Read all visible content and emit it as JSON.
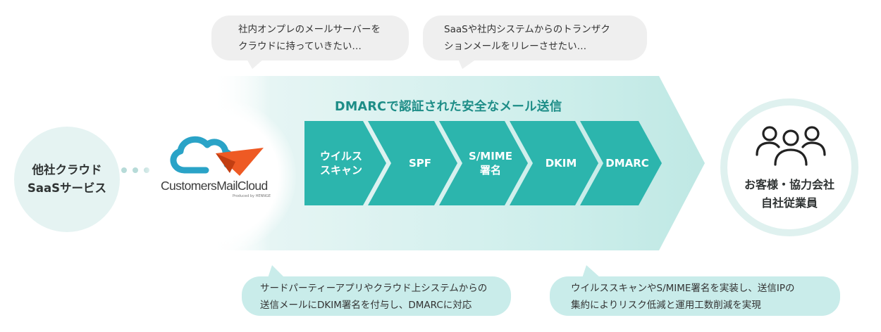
{
  "source": {
    "lines": [
      "他社クラウド",
      "SaaSサービス"
    ]
  },
  "logo": {
    "name": "CustomersMailCloud",
    "tagline": "Produced by HENNGE"
  },
  "top_bubbles": [
    {
      "lines": [
        "社内オンプレのメールサーバーを",
        "クラウドに持っていきたい…"
      ]
    },
    {
      "lines": [
        "SaaSや社内システムからのトランザク",
        "ションメールをリレーさせたい…"
      ]
    }
  ],
  "flow": {
    "title": "DMARCで認証された安全なメール送信",
    "steps": [
      {
        "lines": [
          "ウイルス",
          "スキャン"
        ]
      },
      {
        "lines": [
          "SPF"
        ]
      },
      {
        "lines": [
          "S/MIME",
          "署名"
        ]
      },
      {
        "lines": [
          "DKIM"
        ]
      },
      {
        "lines": [
          "DMARC"
        ]
      }
    ]
  },
  "destination": {
    "lines": [
      "お客様・協力会社",
      "自社従業員"
    ],
    "icon": "people-icon"
  },
  "bottom_bubbles": [
    {
      "lines": [
        "サードパーティーアプリやクラウド上システムからの",
        "送信メールにDKIM署名を付与し、DMARCに対応"
      ]
    },
    {
      "lines": [
        "ウイルススキャンやS/MIME署名を実装し、送信IPの",
        "集約によりリスク低減と運用工数削減を実現"
      ]
    }
  ],
  "colors": {
    "teal": "#2cb5ad",
    "teal_dark": "#1d8d87",
    "teal_light": "#c9ecea",
    "cloud_blue": "#2aa3c7",
    "plane_orange": "#ee5a24",
    "bubble_gray": "#efefef"
  }
}
